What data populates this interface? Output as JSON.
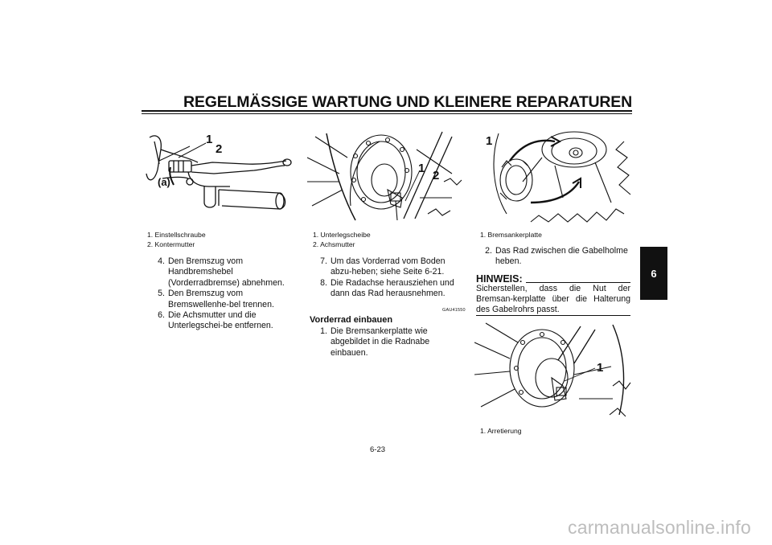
{
  "page": {
    "title": "REGELMÄSSIGE WARTUNG UND KLEINERE REPARATUREN",
    "page_number": "6-23",
    "chapter_tab": "6",
    "watermark": "carmanualsonline.info"
  },
  "figure1": {
    "callouts": [
      "1",
      "2",
      "(a)"
    ],
    "caption": [
      "1. Einstellschraube",
      "2. Kontermutter"
    ]
  },
  "figure2": {
    "callouts": [
      "1",
      "2"
    ],
    "caption": [
      "1. Unterlegscheibe",
      "2. Achsmutter"
    ]
  },
  "figure3": {
    "callouts": [
      "1"
    ],
    "caption": [
      "1. Bremsankerplatte"
    ]
  },
  "figure4": {
    "callouts": [
      "1"
    ],
    "caption": [
      "1. Arretierung"
    ]
  },
  "col1_steps": [
    {
      "n": "4.",
      "text": "Den Bremszug vom Handbremshebel (Vorderradbremse) abnehmen."
    },
    {
      "n": "5.",
      "text": "Den Bremszug vom Bremswellenhe-bel trennen."
    },
    {
      "n": "6.",
      "text": "Die Achsmutter und die Unterlegschei-be entfernen."
    }
  ],
  "col2_steps": [
    {
      "n": "7.",
      "text": "Um das Vorderrad vom Boden abzu-heben; siehe Seite 6-21."
    },
    {
      "n": "8.",
      "text": "Die Radachse herausziehen und dann das Rad herausnehmen."
    }
  ],
  "col2_code": "GAU41550",
  "col2_subhead": "Vorderrad einbauen",
  "col2_install_steps": [
    {
      "n": "1.",
      "text": "Die Bremsankerplatte wie abgebildet in die Radnabe einbauen."
    }
  ],
  "col3_steps": [
    {
      "n": "2.",
      "text": "Das Rad zwischen die Gabelholme heben."
    }
  ],
  "hinweis": {
    "label": "HINWEIS:",
    "text": "Sicherstellen, dass die Nut der Bremsan-kerplatte über die Halterung des Gabelrohrs passt."
  }
}
